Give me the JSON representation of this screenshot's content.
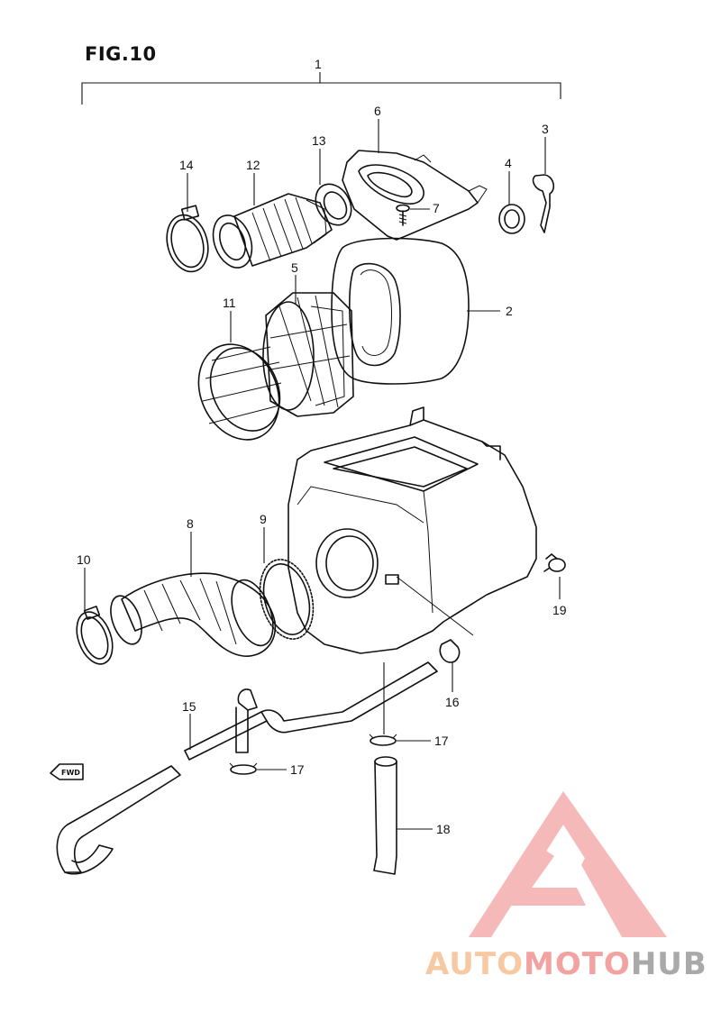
{
  "figure": {
    "title": "FIG.10"
  },
  "callouts": {
    "c1": "1",
    "c2": "2",
    "c3": "3",
    "c4": "4",
    "c5": "5",
    "c6": "6",
    "c7": "7",
    "c8": "8",
    "c9": "9",
    "c10": "10",
    "c11": "11",
    "c12": "12",
    "c13": "13",
    "c14": "14",
    "c15": "15",
    "c16": "16",
    "c17a": "17",
    "c17b": "17",
    "c18": "18",
    "c19": "19"
  },
  "direction": {
    "label": "FWD"
  },
  "watermark": {
    "part1": "AUTO",
    "part2": "MOTO",
    "part3": "HUB",
    "colors": {
      "orange": "#f6c9a3",
      "red": "#f3a2a2",
      "gray": "#a9a9a9"
    }
  }
}
